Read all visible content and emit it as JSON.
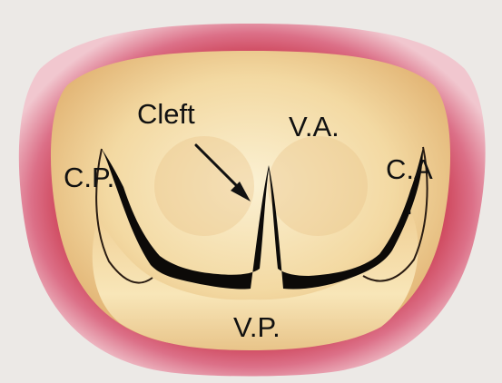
{
  "figure": {
    "labels": {
      "cleft": "Cleft",
      "va": "V.A.",
      "cp": "C.P.",
      "ca": "C.A\n.",
      "vp": "V.P."
    },
    "colors": {
      "background": "#ece9e6",
      "annulus_outer": "#d9708a",
      "annulus_inner": "#c43c4e",
      "leaflet_light": "#f8e6b8",
      "leaflet_shade": "#e2b877",
      "orifice": "#0c0a08"
    }
  }
}
